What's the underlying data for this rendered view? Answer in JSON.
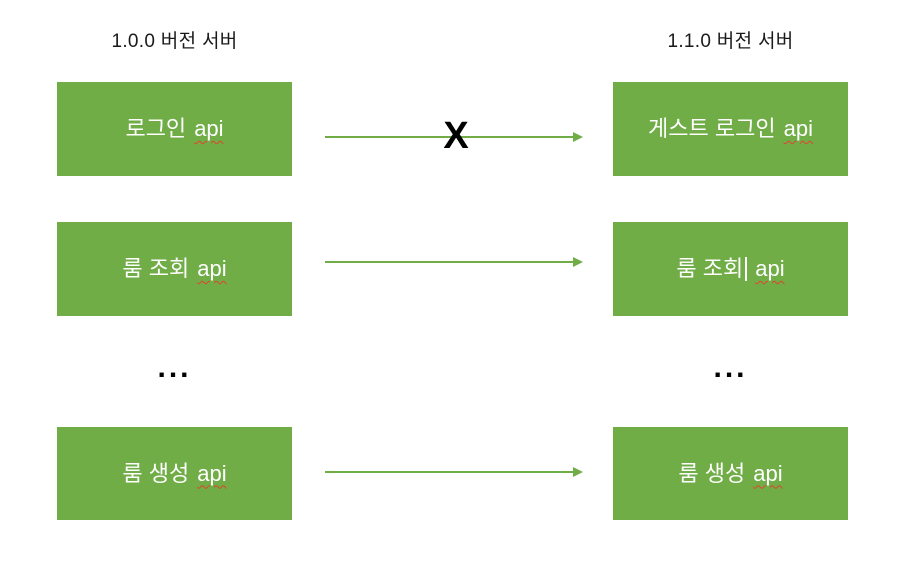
{
  "colors": {
    "green": "#70ad47",
    "squiggle": "#e0432d",
    "title_text": "#1a1a1a",
    "box_text": "#ffffff",
    "cross": "#000000",
    "background": "#ffffff"
  },
  "titles": {
    "v1": "1.0.0 버전 서버",
    "v2": "1.1.0 버전 서버"
  },
  "rows": [
    {
      "v1": {
        "main": "로그인",
        "suffix": "api"
      },
      "v2": {
        "main": "게스트 로그인",
        "suffix": "api"
      },
      "arrow": "crossed",
      "cross": "X"
    },
    {
      "v1": {
        "main": "룸 조회",
        "suffix": "api"
      },
      "v2": {
        "main": "룸 조회",
        "suffix": "api"
      },
      "arrow": "plain"
    },
    {
      "ellipsis_v1": "...",
      "ellipsis_v2": "..."
    },
    {
      "v1": {
        "main": "룸 생성",
        "suffix": "api"
      },
      "v2": {
        "main": "룸 생성",
        "suffix": "api"
      },
      "arrow": "plain"
    }
  ]
}
